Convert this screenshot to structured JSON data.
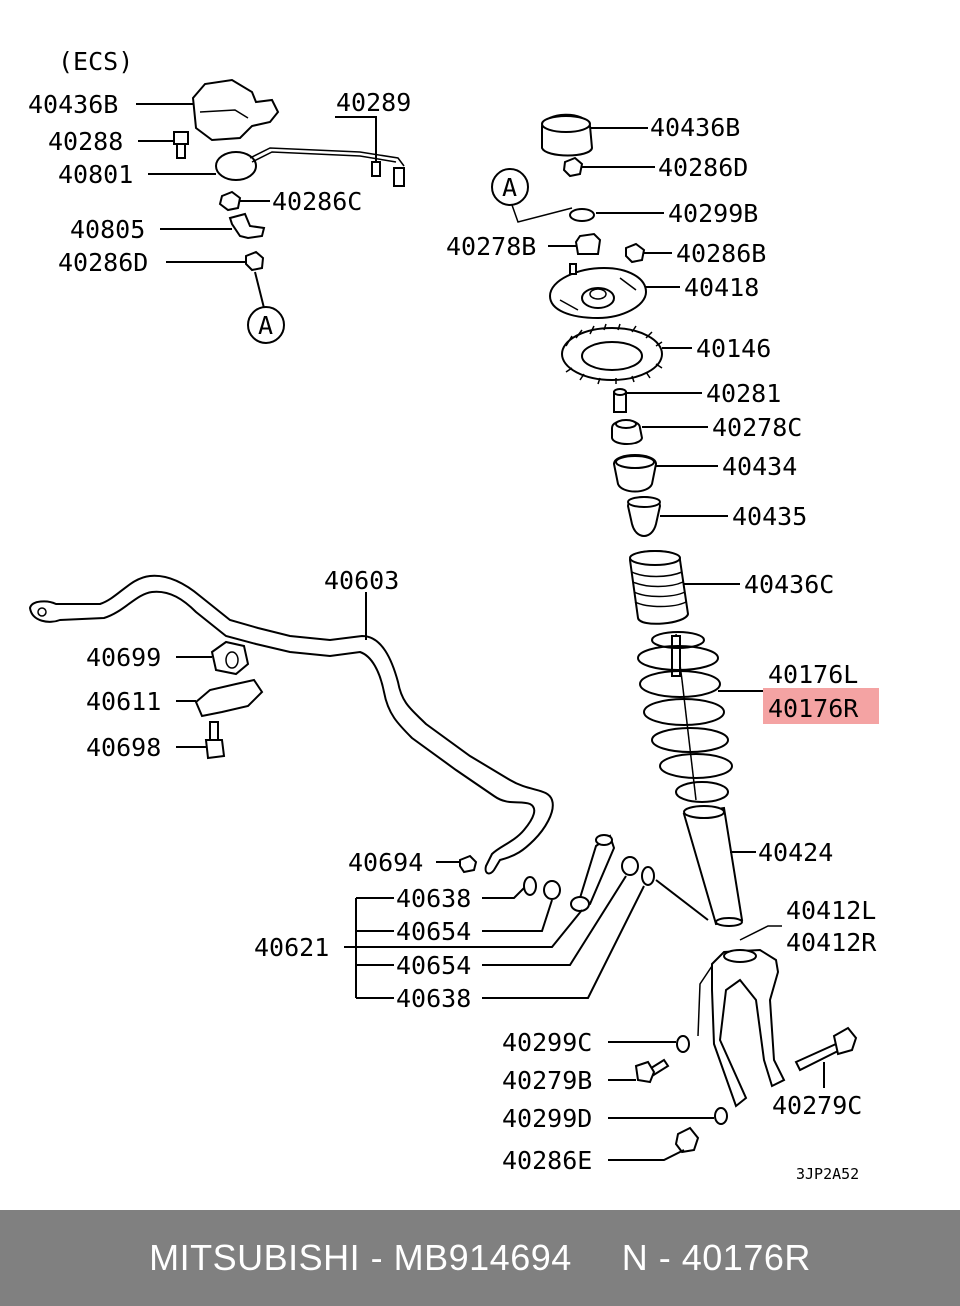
{
  "diagram": {
    "ecs_label": "(ECS)",
    "callouts": {
      "40436B_a": "40436B",
      "40288": "40288",
      "40801": "40801",
      "40289": "40289",
      "40286C": "40286C",
      "40805": "40805",
      "40286D_a": "40286D",
      "A_a": "A",
      "40436B_b": "40436B",
      "40286D_b": "40286D",
      "A_b": "A",
      "40299B": "40299B",
      "40278B": "40278B",
      "40286B": "40286B",
      "40418": "40418",
      "40146": "40146",
      "40281": "40281",
      "40278C": "40278C",
      "40434": "40434",
      "40435": "40435",
      "40436C": "40436C",
      "40603": "40603",
      "40699": "40699",
      "40611": "40611",
      "40698": "40698",
      "40176L": "40176L",
      "40176R": "40176R",
      "40424": "40424",
      "40694": "40694",
      "40638_a": "40638",
      "40654_a": "40654",
      "40621": "40621",
      "40654_b": "40654",
      "40638_b": "40638",
      "40412L": "40412L",
      "40412R": "40412R",
      "40299C": "40299C",
      "40279B": "40279B",
      "40279C": "40279C",
      "40299D": "40299D",
      "40286E": "40286E"
    },
    "figure_code": "3JP2A52",
    "highlight_color": "#f4a3a3"
  },
  "footer": {
    "brand_part": "MITSUBISHI - MB914694",
    "ref": "N - 40176R"
  }
}
